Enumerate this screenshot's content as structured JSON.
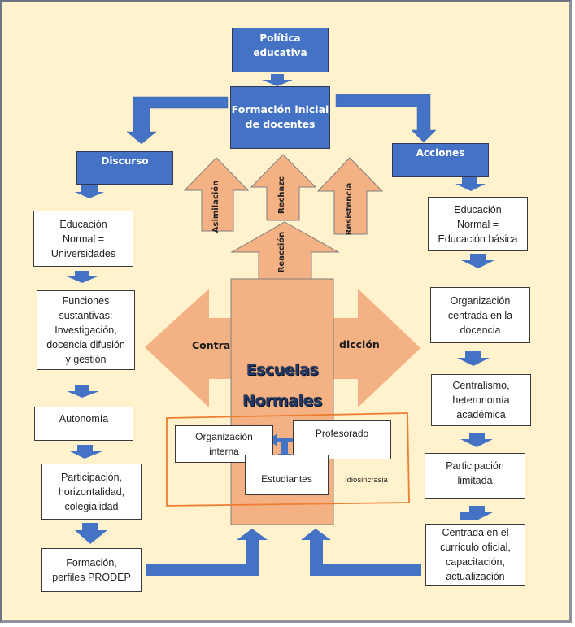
{
  "colors": {
    "background": "#fff2cc",
    "blue": "#4472c4",
    "orange": "#f4b183",
    "orange_border": "#ed7d31",
    "title_text": "#1f3864"
  },
  "top": {
    "politica": "Política\neducativa",
    "formacion": "Formación inicial\nde docentes"
  },
  "branches": {
    "left_header": "Discurso",
    "right_header": "Acciones"
  },
  "reactions": {
    "asimilacion": "Asimilación",
    "rechazo": "Rechazc",
    "resistencia": "Resistencia",
    "reaccion": "Reacción"
  },
  "center": {
    "title_line1": "Escuelas",
    "title_line2": "Normales",
    "contra": "Contra",
    "diccion": "dicción",
    "organizacion": "Organización\ninterna",
    "profesorado": "Profesorado",
    "estudiantes": "Estudiantes",
    "idiosincrasia": "Idiosincrasia"
  },
  "left_column": [
    "Educación\nNormal =\nUniversidades",
    "Funciones\nsustantivas:\nInvestigación,\ndocencia difusión\ny gestión",
    "Autonomía",
    "Participación,\nhorizontalidad,\ncolegialidad",
    "Formación,\nperfiles PRODEP"
  ],
  "right_column": [
    "Educación\nNormal =\nEducación básica",
    "Organización\ncentrada en la\ndocencia",
    "Centralismo,\nheteronomía\nacadémica",
    "Participación\nlimitada",
    "Centrada en el\ncurrículo oficial,\ncapacitación,\nactualización"
  ]
}
